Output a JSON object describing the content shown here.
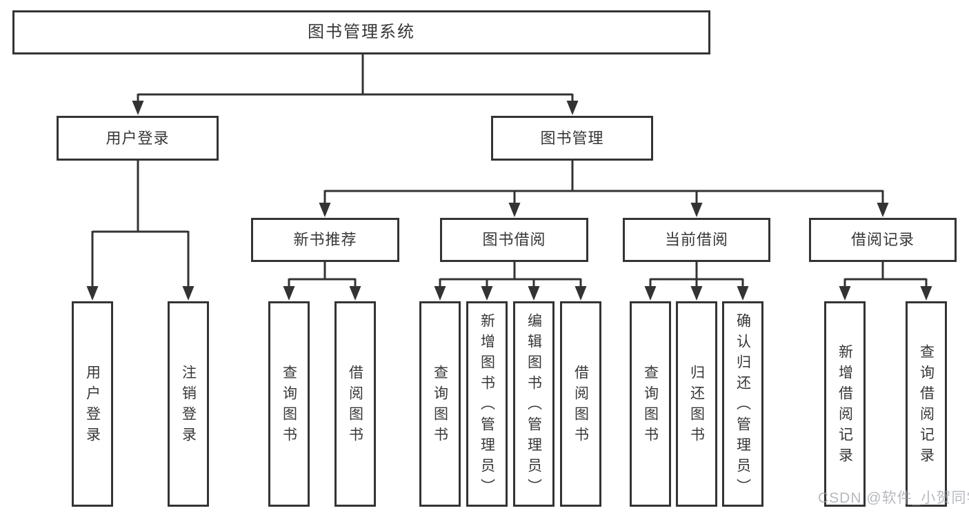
{
  "diagram_title": "图书管理系统",
  "nodes": {
    "root": {
      "label": "图书管理系统"
    },
    "user_login": {
      "label": "用户登录"
    },
    "book_management": {
      "label": "图书管理"
    },
    "new_book_recommend": {
      "label": "新书推荐"
    },
    "book_borrowing": {
      "label": "图书借阅"
    },
    "current_borrowing": {
      "label": "当前借阅"
    },
    "borrowing_records": {
      "label": "借阅记录"
    },
    "user_login_leaf": {
      "label": "用户登录"
    },
    "logout_leaf": {
      "label": "注销登录"
    },
    "query_books_recommend": {
      "label": "查询图书"
    },
    "borrow_books_recommend": {
      "label": "借阅图书"
    },
    "query_books_borrowing": {
      "label": "查询图书"
    },
    "add_books_admin": {
      "label": "新增图书（管理员）"
    },
    "edit_books_admin": {
      "label": "编辑图书（管理员）"
    },
    "borrow_books_borrowing": {
      "label": "借阅图书"
    },
    "query_books_current": {
      "label": "查询图书"
    },
    "return_books": {
      "label": "归还图书"
    },
    "confirm_return_admin": {
      "label": "确认归还（管理员）"
    },
    "add_borrow_record": {
      "label": "新增借阅记录"
    },
    "query_borrow_record": {
      "label": "查询借阅记录"
    }
  },
  "hierarchy": {
    "图书管理系统": [
      "用户登录",
      "图书管理"
    ],
    "用户登录": [
      "用户登录",
      "注销登录"
    ],
    "图书管理": [
      "新书推荐",
      "图书借阅",
      "当前借阅",
      "借阅记录"
    ],
    "新书推荐": [
      "查询图书",
      "借阅图书"
    ],
    "图书借阅": [
      "查询图书",
      "新增图书（管理员）",
      "编辑图书（管理员）",
      "借阅图书"
    ],
    "当前借阅": [
      "查询图书",
      "归还图书",
      "确认归还（管理员）"
    ],
    "借阅记录": [
      "新增借阅记录",
      "查询借阅记录"
    ]
  },
  "watermark": "CSDN @软件_小贺同学",
  "colors": {
    "line": "#333333",
    "box_border": "#333333",
    "text": "#373737",
    "watermark": "#9ea2a8",
    "background": "#ffffff"
  }
}
